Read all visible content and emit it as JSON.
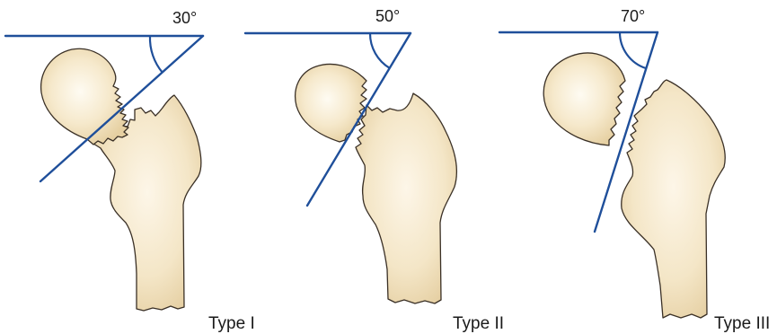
{
  "figure": {
    "panels": [
      {
        "angle": "30°",
        "label": "Type I"
      },
      {
        "angle": "50°",
        "label": "Type II"
      },
      {
        "angle": "70°",
        "label": "Type III"
      }
    ],
    "colors": {
      "line": "#1f4f9a",
      "bone_fill_center": "#fdf6e8",
      "bone_fill_edge": "#ead6ad",
      "bone_outline": "#3a3026"
    }
  }
}
